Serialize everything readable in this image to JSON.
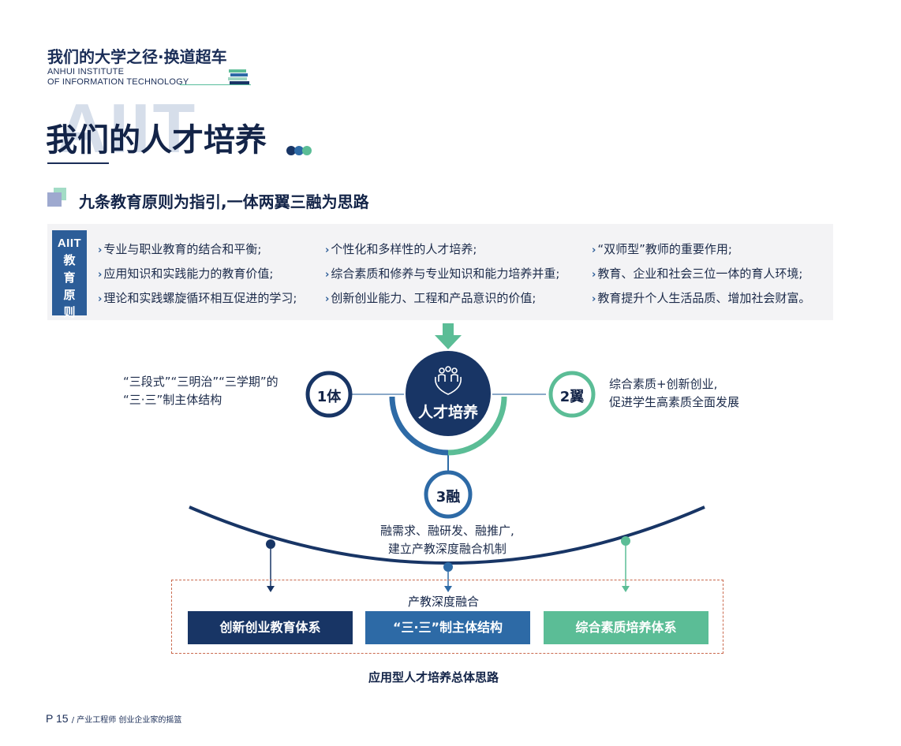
{
  "header": {
    "title": "我们的大学之径·换道超车",
    "institute_line1": "ANHUI INSTITUTE",
    "institute_line2": "OF INFORMATION TECHNOLOGY"
  },
  "page_title": {
    "watermark": "AIIT",
    "title": "我们的人才培养"
  },
  "section": {
    "heading": "九条教育原则为指引,一体两翼三融为思路"
  },
  "principles": {
    "label_brand": "AIIT",
    "label_chars": [
      "教",
      "育",
      "原",
      "则"
    ],
    "columns": [
      [
        "专业与职业教育的结合和平衡;",
        "应用知识和实践能力的教育价值;",
        "理论和实践螺旋循环相互促进的学习;"
      ],
      [
        "个性化和多样性的人才培养;",
        "综合素质和修养与专业知识和能力培养并重;",
        "创新创业能力、工程和产品意识的价值;"
      ],
      [
        "“双师型”教师的重要作用;",
        "教育、企业和社会三位一体的育人环境;",
        "教育提升个人生活品质、增加社会财富。"
      ]
    ]
  },
  "diagram": {
    "center_label": "人才培养",
    "node_one": "1体",
    "node_two": "2翼",
    "node_three": "3融",
    "one_desc": [
      "“三段式”“三明治”“三学期”的",
      "“三·三”制主体结构"
    ],
    "two_desc": [
      "综合素质+创新创业,",
      "促进学生高素质全面发展"
    ],
    "three_desc": [
      "融需求、融研发、融推广,",
      "建立产教深度融合机制"
    ],
    "fusion_title": "产教深度融合",
    "systems": [
      "创新创业教育体系",
      "“三·三”制主体结构",
      "综合素质培养体系"
    ],
    "caption": "应用型人才培养总体思路"
  },
  "colors": {
    "navy": "#183565",
    "blue": "#2d6aa6",
    "green": "#5bbd96",
    "text": "#132448"
  },
  "footer": {
    "page_number": "P 15",
    "text": "/ 产业工程师 创业企业家的摇篮"
  }
}
